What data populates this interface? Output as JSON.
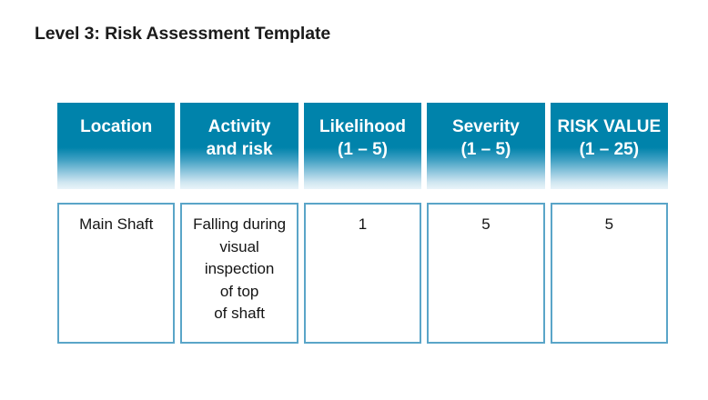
{
  "slide": {
    "title": "Level 3: Risk Assessment Template",
    "background_color": "#ffffff",
    "title_color": "#1b1b1b"
  },
  "theme": {
    "header_gradient_top": "#0083ab",
    "header_gradient_bottom": "#e9f4f9",
    "header_text_color": "#ffffff",
    "cell_border_color": "#5aa5c8",
    "cell_background": "#ffffff",
    "cell_text_color": "#141414"
  },
  "table": {
    "columns": [
      {
        "id": "location",
        "lines": [
          "Location"
        ]
      },
      {
        "id": "activity",
        "lines": [
          "Activity",
          "and risk"
        ]
      },
      {
        "id": "likelihood",
        "lines": [
          "Likelihood",
          "(1 – 5)"
        ]
      },
      {
        "id": "severity",
        "lines": [
          "Severity",
          "(1 – 5)"
        ]
      },
      {
        "id": "risk_value",
        "lines": [
          "RISK VALUE",
          "(1 – 25)"
        ]
      }
    ],
    "rows": [
      {
        "location": [
          "Main Shaft"
        ],
        "activity": [
          "Falling during",
          "visual",
          "inspection",
          "of top",
          "of shaft"
        ],
        "likelihood": [
          "1"
        ],
        "severity": [
          "5"
        ],
        "risk_value": [
          "5"
        ]
      }
    ]
  }
}
